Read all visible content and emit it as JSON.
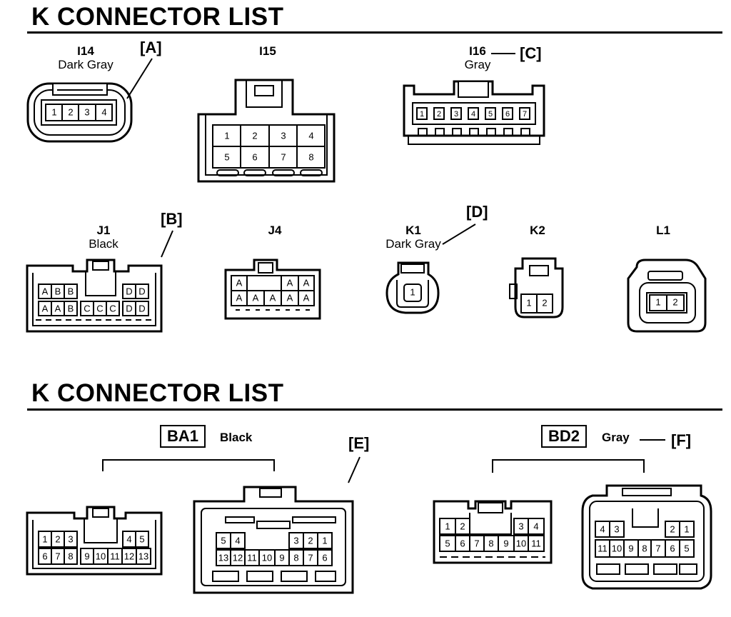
{
  "sections": [
    {
      "title": "K  CONNECTOR LIST"
    },
    {
      "title": "K  CONNECTOR LIST"
    }
  ],
  "connectors": {
    "I14": {
      "id": "I14",
      "color": "Dark Gray",
      "callout": "[A]",
      "pins": [
        "1",
        "2",
        "3",
        "4"
      ]
    },
    "I15": {
      "id": "I15",
      "pins_top": [
        "1",
        "2",
        "3",
        "4"
      ],
      "pins_bottom": [
        "5",
        "6",
        "7",
        "8"
      ]
    },
    "I16": {
      "id": "I16",
      "color": "Gray",
      "callout": "[C]",
      "pins": [
        "1",
        "2",
        "3",
        "4",
        "5",
        "6",
        "7"
      ]
    },
    "J1": {
      "id": "J1",
      "color": "Black",
      "callout": "[B]",
      "pins_top": [
        "A",
        "B",
        "B",
        "",
        "",
        "",
        "D",
        "D"
      ],
      "pins_bottom": [
        "A",
        "A",
        "B",
        "C",
        "C",
        "C",
        "D",
        "D"
      ]
    },
    "J4": {
      "id": "J4",
      "pins_top": [
        "A",
        "",
        "",
        "A",
        "A"
      ],
      "pins_bottom": [
        "A",
        "A",
        "A",
        "A",
        "A"
      ]
    },
    "K1": {
      "id": "K1",
      "color": "Dark Gray",
      "callout": "[D]",
      "pins": [
        "1"
      ]
    },
    "K2": {
      "id": "K2",
      "pins": [
        "1",
        "2"
      ]
    },
    "L1": {
      "id": "L1",
      "pins": [
        "1",
        "2"
      ]
    },
    "BA1": {
      "id": "BA1",
      "color": "Black",
      "callout": "[E]",
      "left_top": [
        "1",
        "2",
        "3",
        "",
        "",
        "4",
        "5"
      ],
      "left_bottom": [
        "6",
        "7",
        "8",
        "9",
        "10",
        "11",
        "12",
        "13"
      ],
      "right_top": [
        "5",
        "4",
        "",
        "",
        "3",
        "2",
        "1"
      ],
      "right_bottom": [
        "13",
        "12",
        "11",
        "10",
        "9",
        "8",
        "7",
        "6"
      ]
    },
    "BD2": {
      "id": "BD2",
      "color": "Gray",
      "callout": "[F]",
      "left_top": [
        "1",
        "2",
        "",
        "",
        "",
        "3",
        "4"
      ],
      "left_bottom": [
        "5",
        "6",
        "7",
        "8",
        "9",
        "10",
        "11"
      ],
      "right_top": [
        "4",
        "3",
        "",
        "",
        "",
        "2",
        "1"
      ],
      "right_bottom": [
        "11",
        "10",
        "9",
        "8",
        "7",
        "6",
        "5"
      ]
    }
  }
}
